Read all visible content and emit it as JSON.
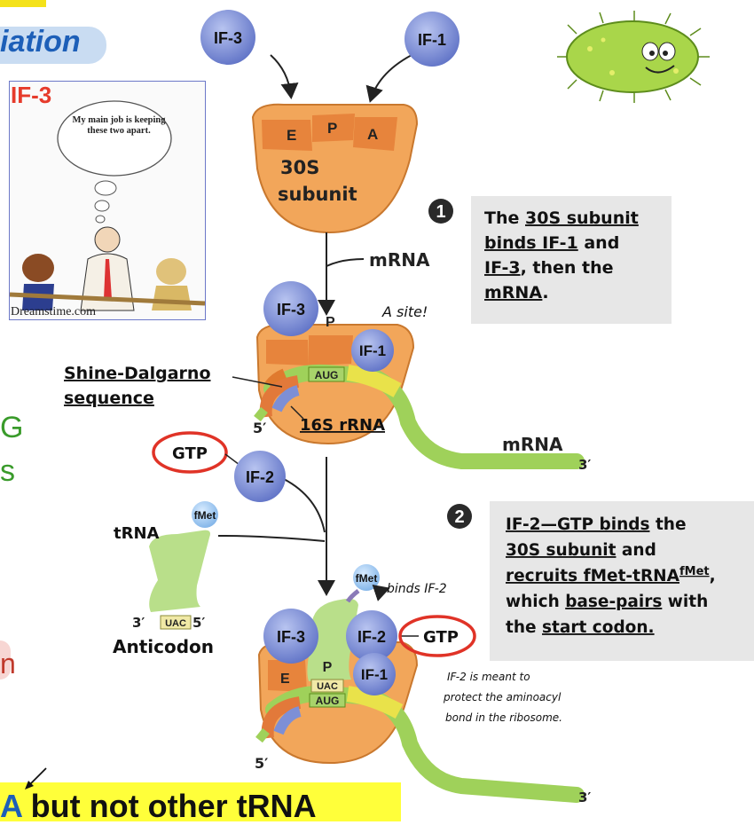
{
  "title": {
    "partial_text": "iation"
  },
  "cartoon": {
    "label": "IF-3",
    "thought": "My main job is keeping these two apart.",
    "credit": "Dreamstime.com"
  },
  "edge_fragments": {
    "g": "G",
    "s": "s",
    "n": "n"
  },
  "factors": {
    "if1": "IF-1",
    "if2": "IF-2",
    "if3": "IF-3",
    "gtp": "GTP",
    "fmet": "fMet"
  },
  "ribosome": {
    "sites": {
      "e": "E",
      "p": "P",
      "a": "A"
    },
    "label_line1": "30S",
    "label_line2": "subunit",
    "codon": "AUG",
    "anticodon": "UAC"
  },
  "labels": {
    "mrna": "mRNA",
    "shine_line1": "Shine-Dalgarno",
    "shine_line2": "sequence",
    "rrna": "16S rRNA",
    "five_prime": "5′",
    "three_prime": "3′",
    "trna": "tRNA",
    "anticodon_title": "Anticodon",
    "trna_ends_left": "3′",
    "trna_ends_right": "5′"
  },
  "steps": [
    {
      "number": "1",
      "text": "The 30S subunit binds IF-1 and IF-3, then the mRNA."
    },
    {
      "number": "2",
      "text": "IF-2—GTP binds the 30S subunit and recruits fMet-tRNAfMet, which base-pairs with the start codon."
    }
  ],
  "handwritten": {
    "a_site": "A site!",
    "binds_if2": "binds IF-2",
    "note_line1": "IF-2 is meant to",
    "note_line2": "protect the aminoacyl",
    "note_line3": "bond in the ribosome."
  },
  "bottom_banner": {
    "prefix": "A",
    "text": " but not other tRNA"
  },
  "colors": {
    "ribosome": "#f2a65a",
    "ribosome_dark": "#d9823a",
    "factor_blue": "#7f90d8",
    "mrna_green": "#9fd15a",
    "highlight_yellow": "#ffff3a",
    "gtp_circle": "#e03327",
    "title_blue": "#1d5fb8",
    "bacterium_green": "#a9d64a"
  }
}
